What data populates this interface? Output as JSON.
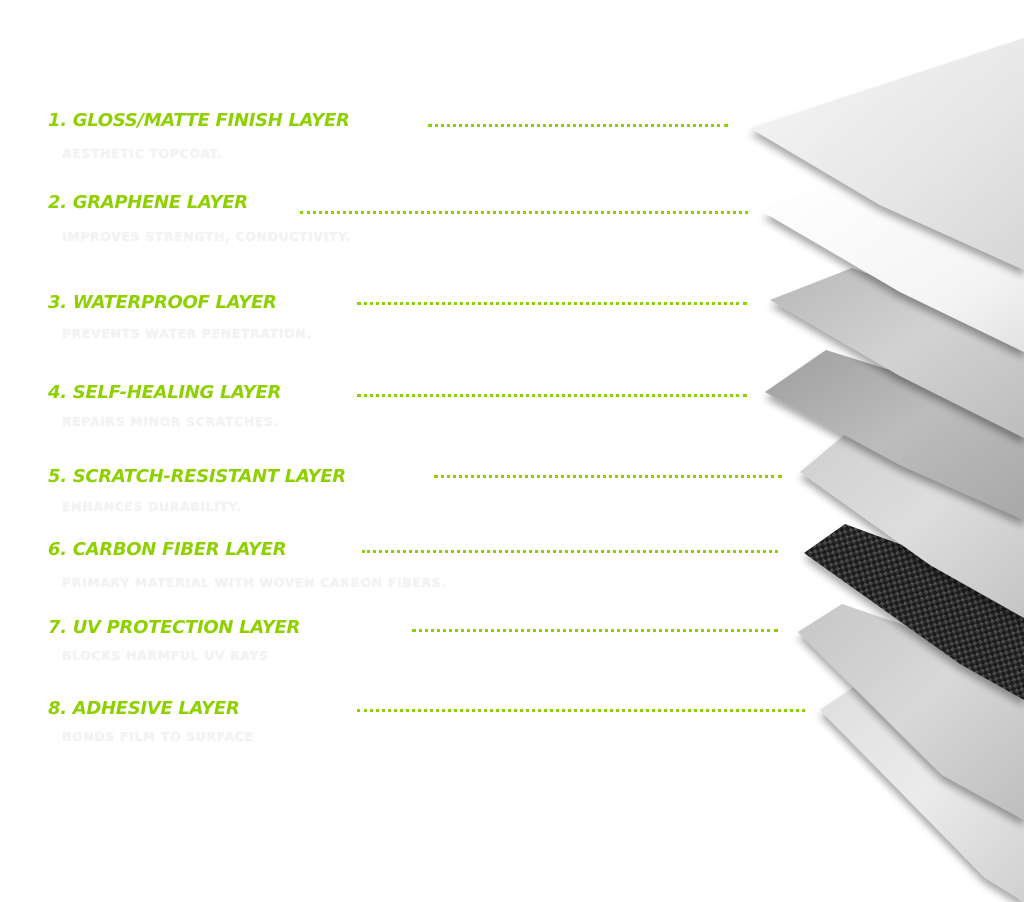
{
  "accent_color": "#8fd000",
  "layers": [
    {
      "title": "1.  GLOSS/MATTE FINISH LAYER",
      "description": "AESTHETIC TOPCOAT."
    },
    {
      "title": "2. GRAPHENE LAYER",
      "description": "IMPROVES STRENGTH, CONDUCTIVITY."
    },
    {
      "title": "3. WATERPROOF LAYER",
      "description": "PREVENTS WATER PENETRATION."
    },
    {
      "title": "4. SELF-HEALING LAYER",
      "description": "REPAIRS MINOR SCRATCHES."
    },
    {
      "title": "5. SCRATCH-RESISTANT LAYER",
      "description": "ENHANCES DURABILITY."
    },
    {
      "title": "6. CARBON FIBER LAYER",
      "description": "PRIMARY MATERIAL WITH WOVEN CARBON FIBERS."
    },
    {
      "title": "7. UV PROTECTION LAYER",
      "description": "BLOCKS HARMFUL UV RAYS"
    },
    {
      "title": "8. ADHESIVE LAYER",
      "description": "BONDS FILM TO SURFACE"
    }
  ]
}
